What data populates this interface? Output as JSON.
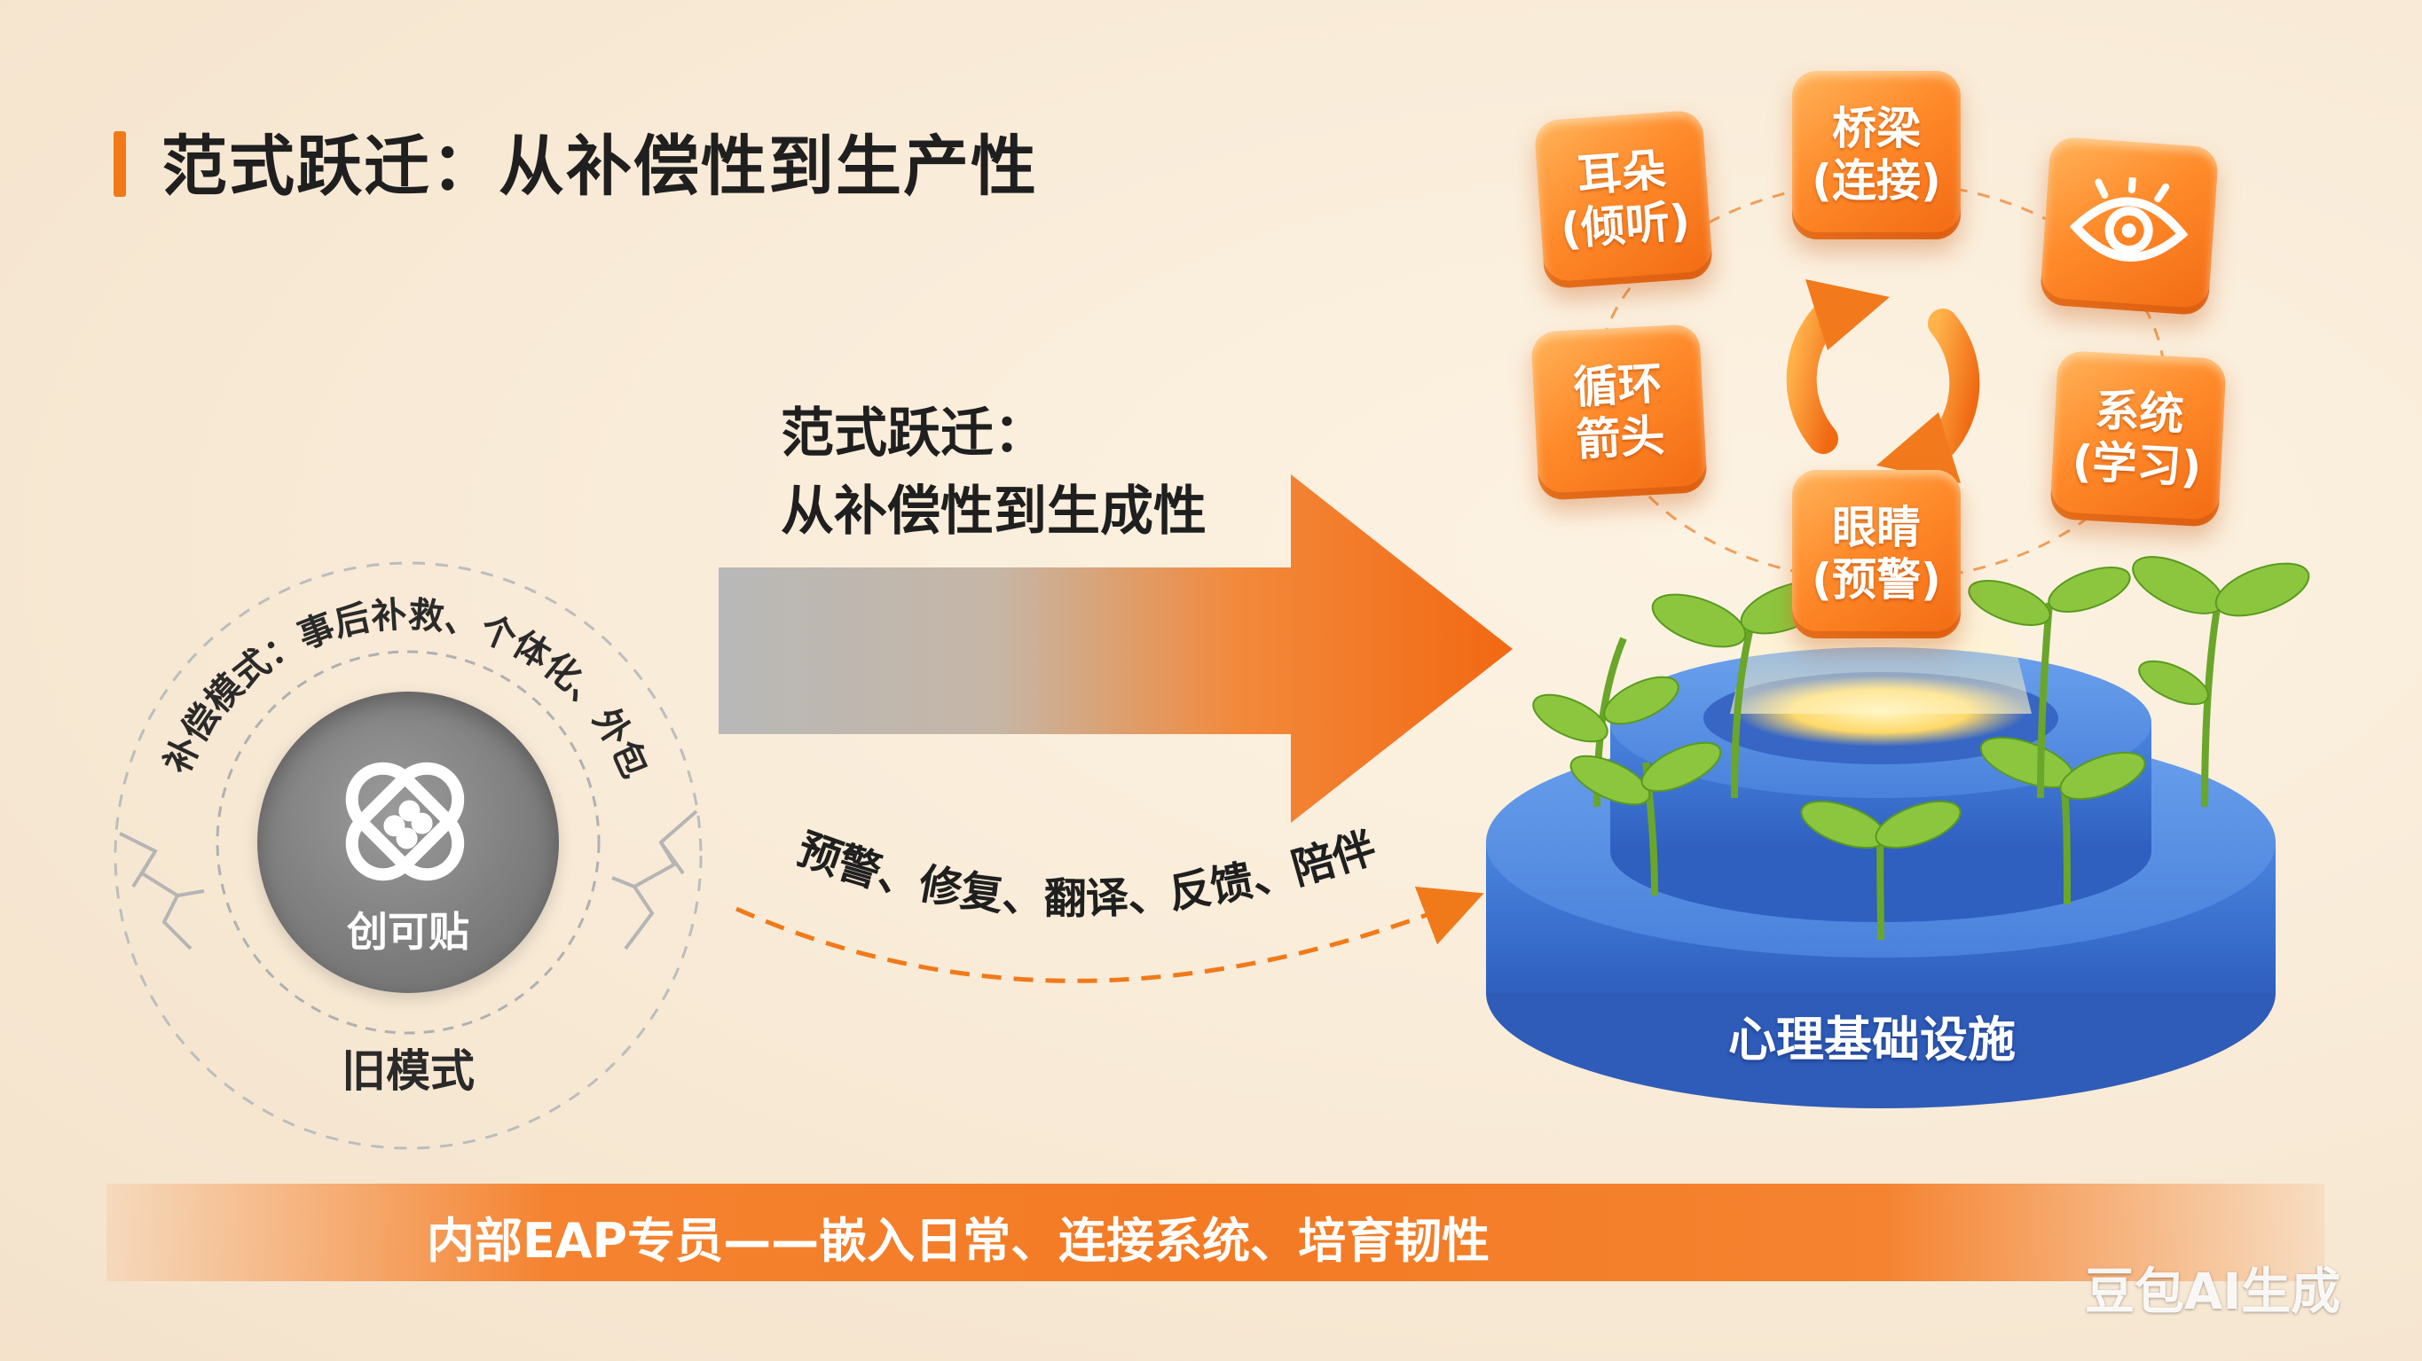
{
  "title": "范式跃迁：从补偿性到生产性",
  "subtitle_line1": "范式跃迁：",
  "subtitle_line2": "从补偿性到生成性",
  "old_model": {
    "ring_text": "补偿模式：事后补救、个体化、外包",
    "badge_label": "创可贴",
    "caption": "旧模式"
  },
  "flow_text": "预警、修复、翻译、反馈、陪伴",
  "new_model": {
    "boxes": {
      "ear": "耳朵|(倾听)",
      "bridge": "桥梁|(连接)",
      "cycle": "循环|箭头",
      "system": "系统|(学习)",
      "eyes": "眼睛|(预警)"
    },
    "base_label": "心理基础设施"
  },
  "banner": "内部EAP专员——嵌入日常、连接系统、培育韧性",
  "watermark": "豆包AI生成",
  "colors": {
    "accent_orange": "#f07a1a",
    "base_blue": "#3f78d8",
    "sprout_green": "#8cc63f",
    "badge_gray": "#7c7c7c"
  }
}
